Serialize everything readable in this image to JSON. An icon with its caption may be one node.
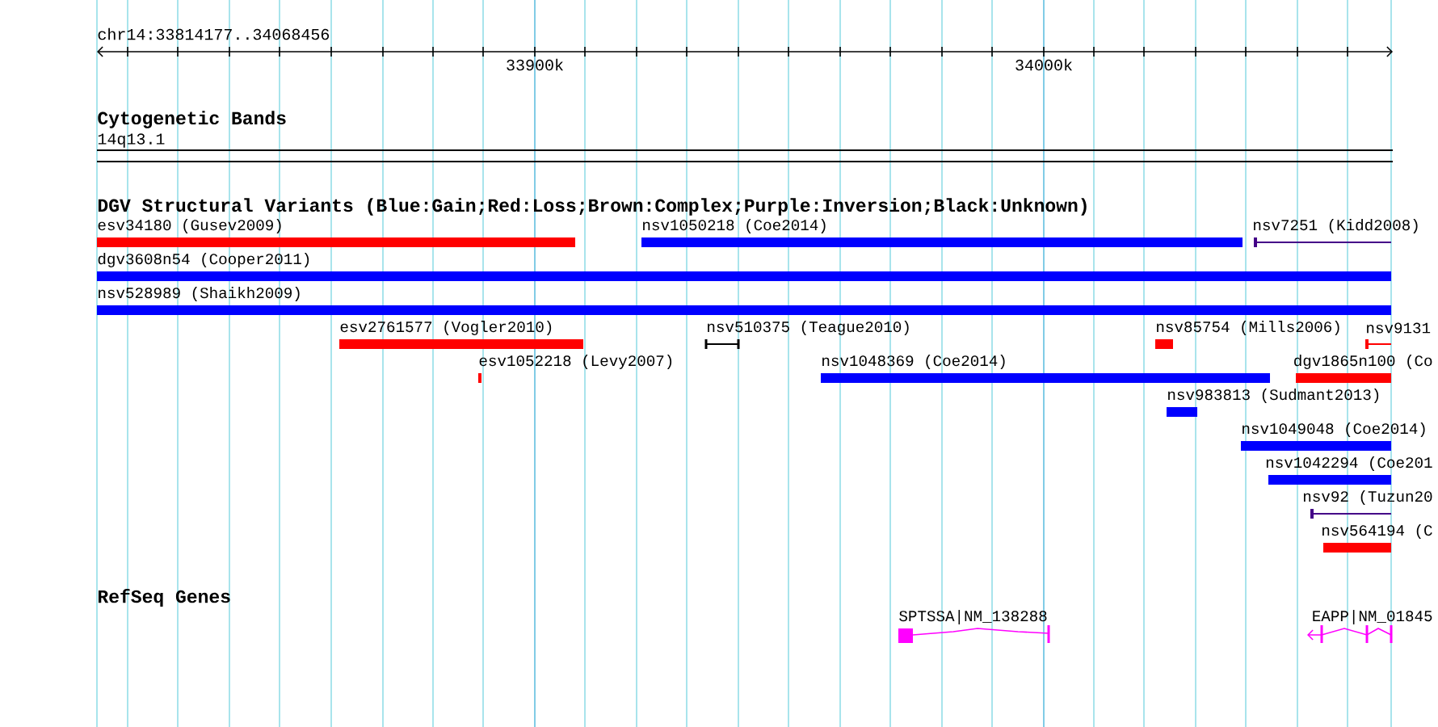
{
  "diagram": {
    "labels": [
      "chr14:33814177..34068456",
      "33900k",
      "34000k",
      "Cytogenetic Bands",
      "14q13.1",
      "DGV Structural Variants (Blue:Gain;Red:Loss;Brown:Complex;Purple:Inversion;Black:Unknown)",
      "esv34180 (Gusev2009)",
      "nsv1050218 (Coe2014)",
      "nsv7251 (Kidd2008)",
      "dgv3608n54 (Cooper2011)",
      "nsv528989 (Shaikh2009)",
      "esv2761577 (Vogler2010)",
      "nsv510375 (Teague2010)",
      "nsv85754 (Mills2006)",
      "nsv9131",
      "esv1052218 (Levy2007)",
      "nsv1048369 (Coe2014)",
      "dgv1865n100 (Co",
      "nsv983813 (Sudmant2013)",
      "nsv1049048 (Coe2014)",
      "nsv1042294 (Coe201",
      "nsv92 (Tuzun20",
      "nsv564194 (C",
      "RefSeq Genes",
      "SPTSSA|NM_138288",
      "EAPP|NM_01845"
    ]
  }
}
